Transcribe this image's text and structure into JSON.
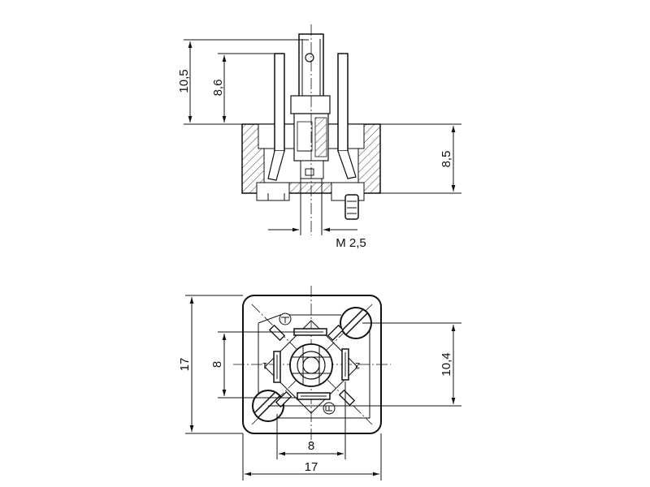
{
  "dimensions": {
    "side_total_height": "10,5",
    "side_pin_height": "8,6",
    "side_body_height": "8,5",
    "thread": "M 2,5",
    "front_height": "17",
    "front_inner_height": "8",
    "front_right_height": "10,4",
    "front_inner_width": "8",
    "front_width": "17"
  },
  "pin_labels": {
    "pin1": "1",
    "pin2": "2"
  }
}
